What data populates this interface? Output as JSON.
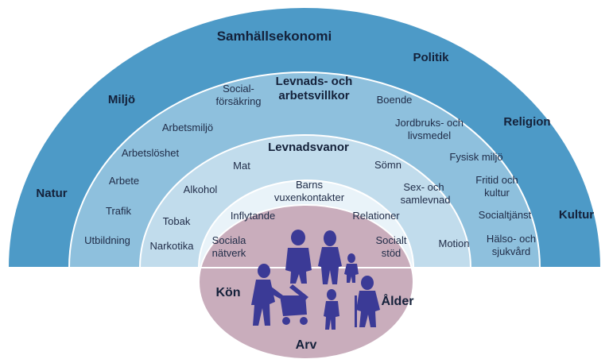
{
  "colors": {
    "outer_band": "#4d9ac7",
    "band2": "#8ec0dd",
    "band3": "#c1dcec",
    "band4": "#e9f3f9",
    "core": "#c9adbc",
    "figures": "#3b3a96",
    "text": "#1f2b47"
  },
  "outer": {
    "title": "Samhällsekonomi",
    "politik": "Politik",
    "miljo": "Miljö",
    "religion": "Religion",
    "natur": "Natur",
    "kultur": "Kultur"
  },
  "living": {
    "title_line1": "Levnads- och",
    "title_line2": "arbetsvillkor",
    "items": [
      [
        "Social-",
        "försäkring"
      ],
      [
        "Boende"
      ],
      [
        "Arbetsmiljö"
      ],
      [
        "Jordbruks- och",
        "livsmedel"
      ],
      [
        "Arbetslöshet"
      ],
      [
        "Fysisk miljö"
      ],
      [
        "Arbete"
      ],
      [
        "Fritid och",
        "kultur"
      ],
      [
        "Trafik"
      ],
      [
        "Socialtjänst"
      ],
      [
        "Utbildning"
      ],
      [
        "Hälso- och",
        "sjukvård"
      ]
    ]
  },
  "habits": {
    "title": "Levnadsvanor",
    "items": [
      "Mat",
      "Sömn",
      "Alkohol",
      "Sex- och",
      "samlevnad",
      "Tobak",
      "Narkotika",
      "Motion"
    ]
  },
  "social": {
    "items": [
      "Barns",
      "vuxenkontakter",
      "Inflytande",
      "Relationer",
      "Sociala",
      "nätverk",
      "Socialt",
      "stöd"
    ]
  },
  "core": {
    "kon": "Kön",
    "alder": "Ålder",
    "arv": "Arv"
  }
}
